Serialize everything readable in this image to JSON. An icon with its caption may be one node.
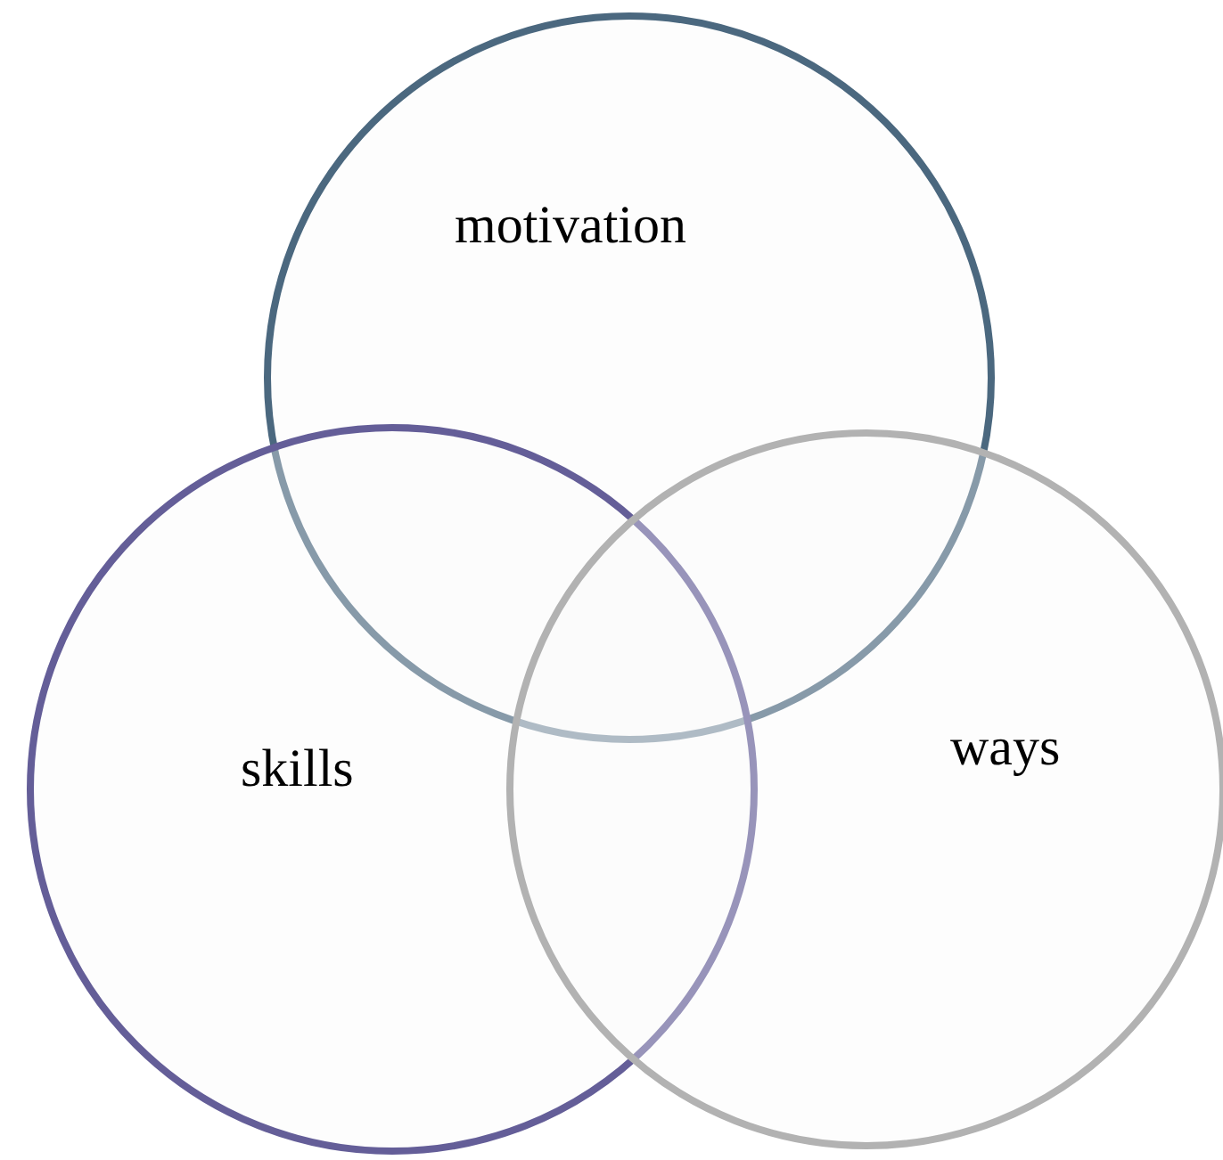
{
  "diagram": {
    "nodes": [
      {
        "text": [
          "motivation"
        ]
      },
      {
        "text": [
          "skills"
        ]
      },
      {
        "text": [
          "ways"
        ]
      }
    ]
  }
}
